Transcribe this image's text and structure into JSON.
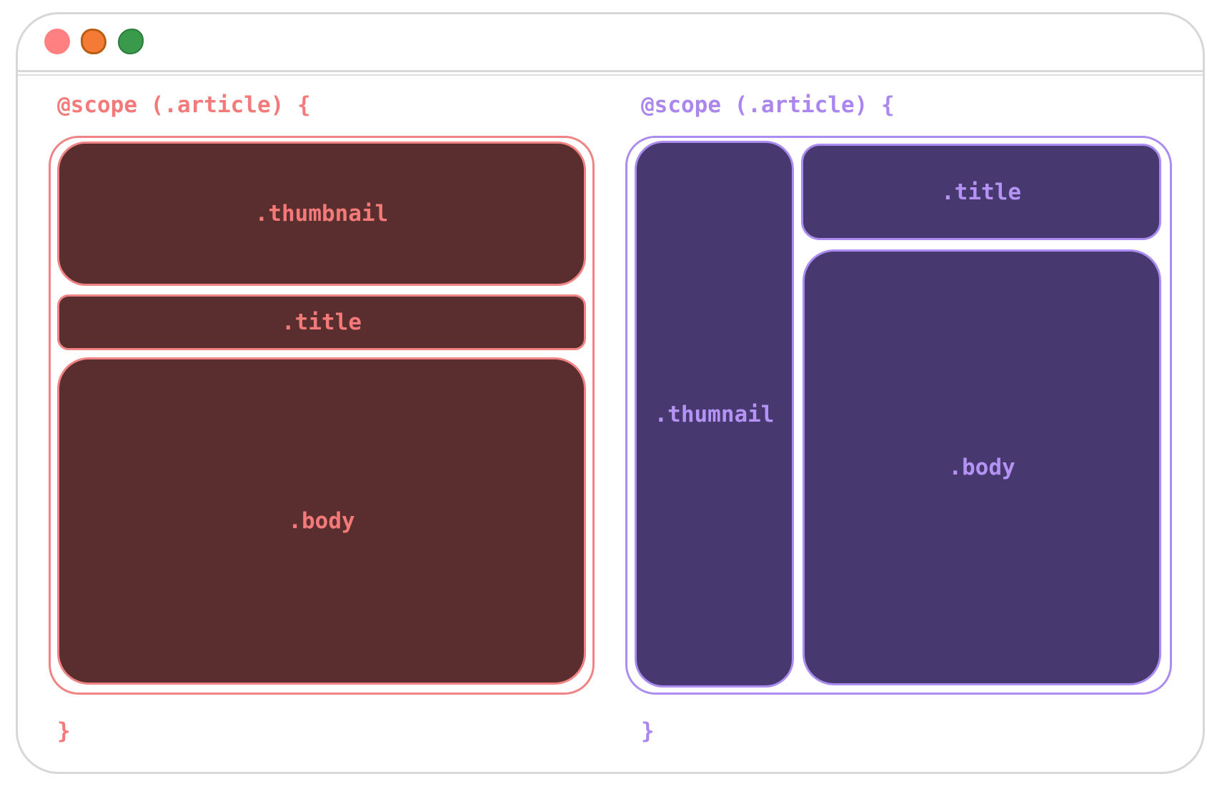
{
  "window": {
    "controls": [
      {
        "name": "close",
        "color": "#ff8080"
      },
      {
        "name": "minimize",
        "color": "#f47a35"
      },
      {
        "name": "maximize",
        "color": "#3a9a4c"
      }
    ]
  },
  "left": {
    "scope_open": "@scope (.article) {",
    "scope_close": "}",
    "color": "#f47a7a",
    "boxes": {
      "thumbnail": ".thumbnail",
      "title": ".title",
      "body": ".body"
    }
  },
  "right": {
    "scope_open": "@scope (.article) {",
    "scope_close": "}",
    "color": "#aa86ee",
    "boxes": {
      "thumbnail": ".thumnail",
      "title": ".title",
      "body": ".body"
    }
  }
}
